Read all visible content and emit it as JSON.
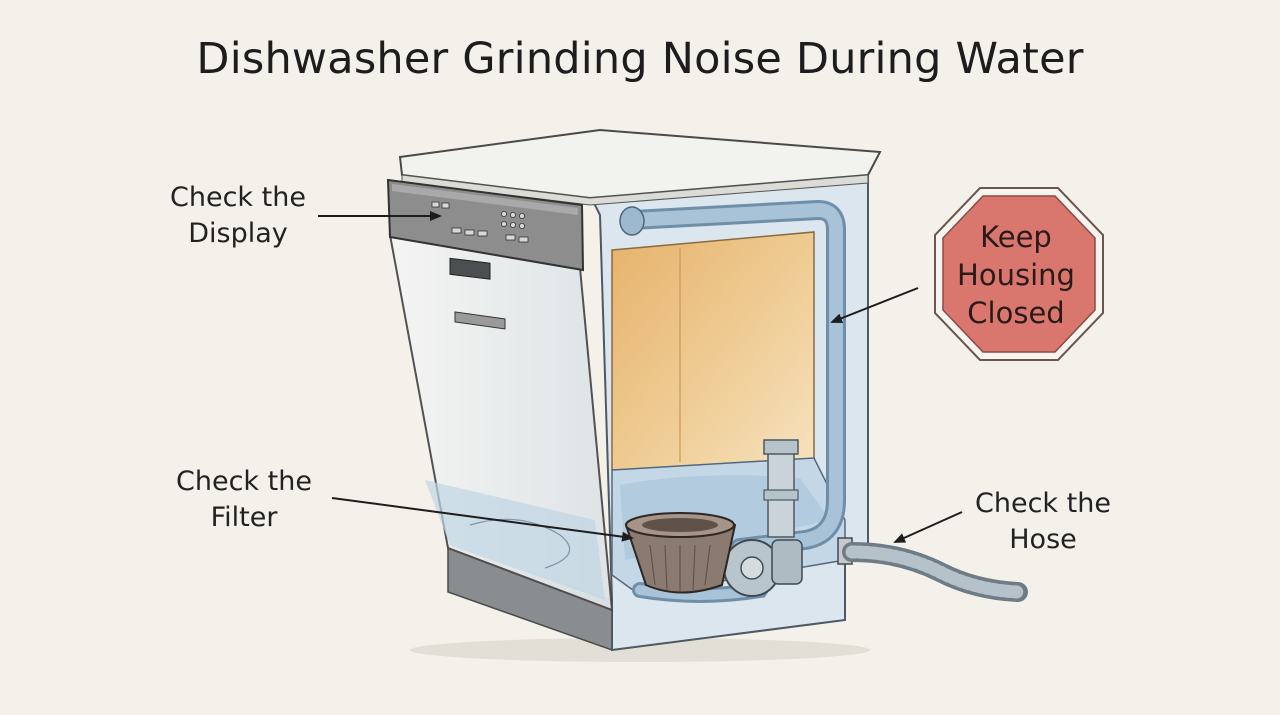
{
  "title": "Dishwasher Grinding Noise During Water",
  "callouts": {
    "display": [
      "Check the",
      "Display"
    ],
    "filter": [
      "Check the",
      "Filter"
    ],
    "hose": [
      "Check the",
      "Hose"
    ]
  },
  "sign": {
    "lines": [
      "Keep",
      "Housing",
      "Closed"
    ],
    "shape": "octagon",
    "color": "#d9776e",
    "border_color": "#7a5551"
  },
  "colors": {
    "background": "#f3f1ea",
    "tub_interior": "#e8b877",
    "water": "#b9d0e2",
    "pipe": "#9fbdd6",
    "control_panel": "#8d8d8d"
  }
}
